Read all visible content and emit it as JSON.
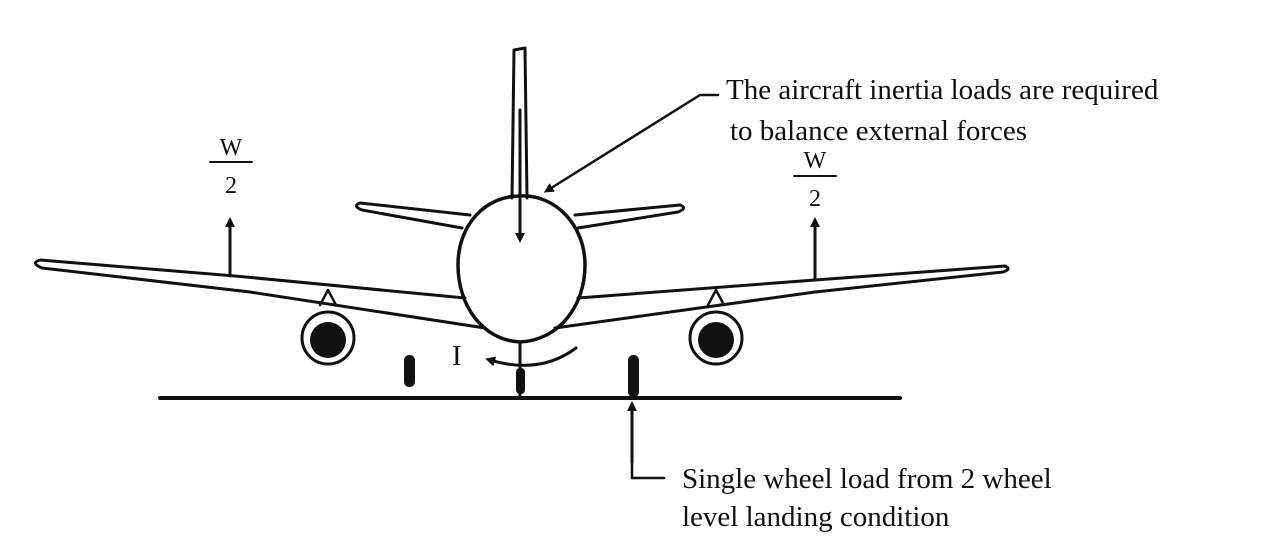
{
  "labels": {
    "inertia_note_line1": "The aircraft inertia loads are required",
    "inertia_note_line2": "to balance external forces",
    "left_lift_numerator": "W",
    "left_lift_denominator": "2",
    "right_lift_numerator": "W",
    "right_lift_denominator": "2",
    "inertia_moment": "I",
    "wheel_note_line1": "Single wheel load from 2 wheel",
    "wheel_note_line2": "level landing condition"
  },
  "colors": {
    "ink": "#111111",
    "background": "#ffffff"
  }
}
